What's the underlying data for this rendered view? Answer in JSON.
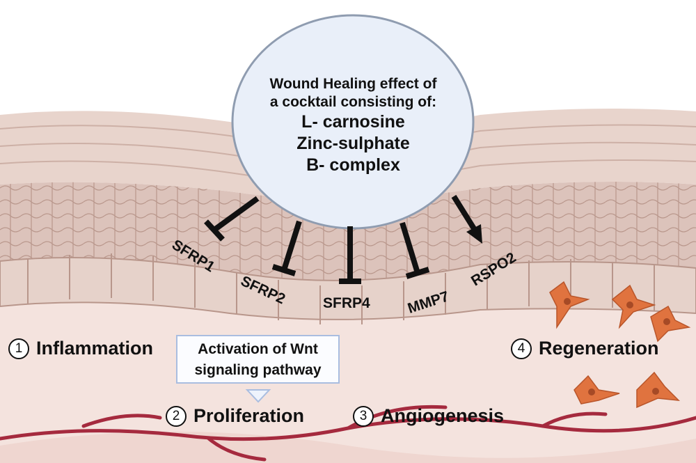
{
  "cocktail": {
    "heading_line1": "Wound Healing effect of",
    "heading_line2": "a cocktail  consisting of:",
    "ingredients": [
      "L- carnosine",
      "Zinc-sulphate",
      "B- complex"
    ]
  },
  "targets": [
    {
      "label": "SFRP1",
      "effect": "inhibition"
    },
    {
      "label": "SFRP2",
      "effect": "inhibition"
    },
    {
      "label": "SFRP4",
      "effect": "inhibition"
    },
    {
      "label": "MMP7",
      "effect": "inhibition"
    },
    {
      "label": "RSPO2",
      "effect": "activation"
    }
  ],
  "wnt": {
    "line1": "Activation of Wnt",
    "line2": "signaling pathway"
  },
  "stages": [
    {
      "number": "1",
      "label": "Inflammation"
    },
    {
      "number": "2",
      "label": "Proliferation"
    },
    {
      "number": "3",
      "label": "Angiogenesis"
    },
    {
      "number": "4",
      "label": "Regeneration"
    }
  ],
  "colors": {
    "ellipse_fill": "#e9eff9",
    "wnt_border": "#a9bde0",
    "skin_light": "#ecd8d2",
    "skin_dark": "#c9aea4",
    "vessel": "#a52a3e",
    "fibroblast": "#e0733f"
  }
}
